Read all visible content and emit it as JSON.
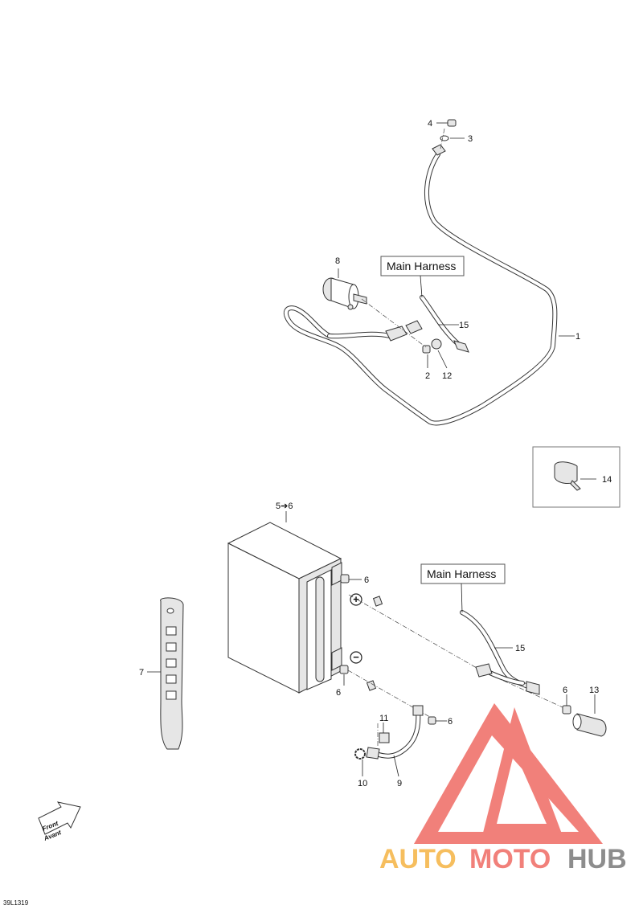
{
  "callouts": {
    "c1": "1",
    "c2": "2",
    "c3": "3",
    "c4": "4",
    "c5_6": "5➔6",
    "c6a": "6",
    "c6b": "6",
    "c6c": "6",
    "c6d": "6",
    "c7": "7",
    "c8": "8",
    "c9": "9",
    "c10": "10",
    "c11": "11",
    "c12": "12",
    "c13": "13",
    "c14": "14",
    "c15a": "15",
    "c15b": "15"
  },
  "harness_labels": {
    "top": "Main Harness",
    "bottom": "Main Harness"
  },
  "terminal_symbols": {
    "positive": "+",
    "negative": "−"
  },
  "front_arrow": {
    "line1": "Front",
    "line2": "Avant"
  },
  "figure_id": "39L1319",
  "watermark": {
    "text_a": "AUTO",
    "text_b": "MOTO",
    "text_c": "HUB"
  },
  "colors": {
    "watermark_red": "#ef6b63",
    "watermark_orange": "#f5b342",
    "watermark_gray": "#7a7a7a"
  }
}
